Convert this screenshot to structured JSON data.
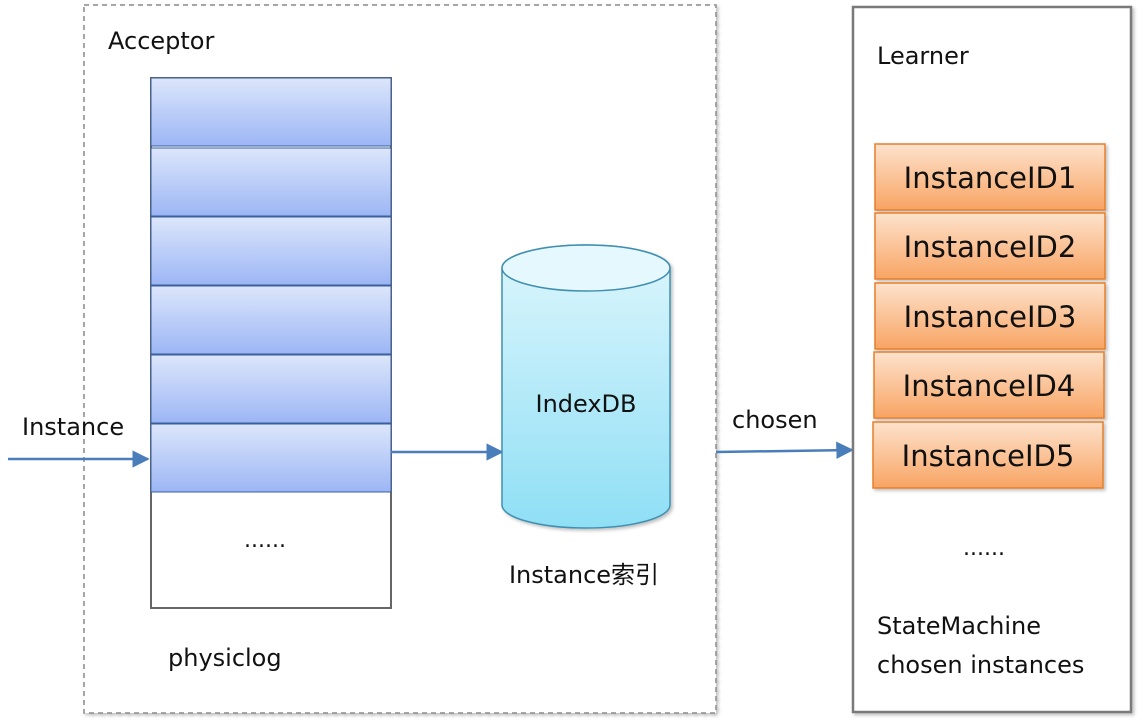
{
  "acceptor": {
    "title": "Acceptor",
    "log_label": "physiclog",
    "log_ellipsis": "......"
  },
  "index": {
    "db_label": "IndexDB",
    "caption": "Instance索引"
  },
  "learner": {
    "title": "Learner",
    "instances": [
      {
        "label": "InstanceID1"
      },
      {
        "label": "InstanceID2"
      },
      {
        "label": "InstanceID3"
      },
      {
        "label": "InstanceID4"
      },
      {
        "label": "InstanceID5"
      }
    ],
    "ellipsis": "......",
    "state_machine_line1": "StateMachine",
    "state_machine_line2": "chosen instances"
  },
  "arrows": {
    "input_label": "Instance",
    "chosen_label": "chosen"
  },
  "colors": {
    "arrow": "#4a7ebb",
    "log_block_top": "#dce6fb",
    "log_block_bottom": "#9cb6f5",
    "log_block_border": "#3a5f9c",
    "db_top": "#ddf6fc",
    "db_bottom": "#8fdff5",
    "db_border": "#3f8fb0",
    "instance_top": "#fde2cc",
    "instance_bottom": "#f8a463",
    "instance_border": "#e67f2a"
  }
}
